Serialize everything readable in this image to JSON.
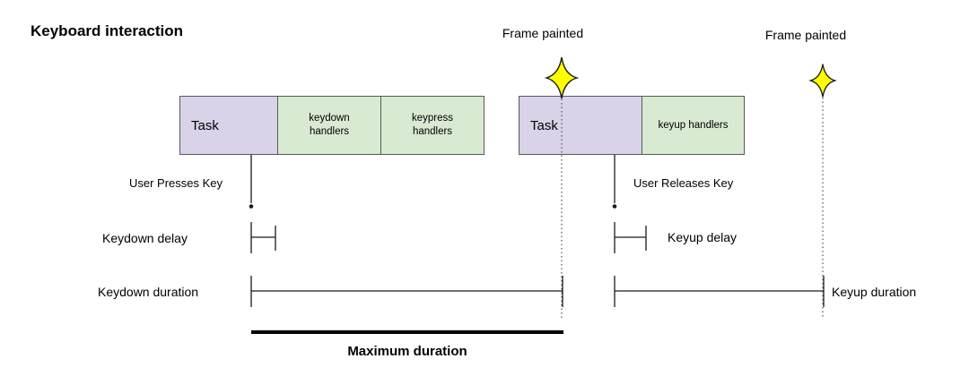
{
  "title": "Keyboard interaction",
  "frames": {
    "left_label": "Frame painted",
    "right_label": "Frame painted"
  },
  "bars": {
    "keydown": {
      "task": "Task",
      "handlers": [
        "keydown handlers",
        "keypress handlers"
      ]
    },
    "keyup": {
      "task": "Task",
      "handlers": [
        "keyup handlers"
      ]
    }
  },
  "events": {
    "press": "User Presses Key",
    "release": "User Releases Key"
  },
  "measurements": {
    "keydown_delay": "Keydown delay",
    "keyup_delay": "Keyup delay",
    "keydown_duration": "Keydown duration",
    "keyup_duration": "Keyup duration",
    "maximum_duration": "Maximum duration"
  },
  "colors": {
    "task_fill": "#d9d2e9",
    "handler_fill": "#d9ead3",
    "star_fill": "#ffff00",
    "line": "#1a1a1a",
    "dotted_line": "#555555"
  }
}
